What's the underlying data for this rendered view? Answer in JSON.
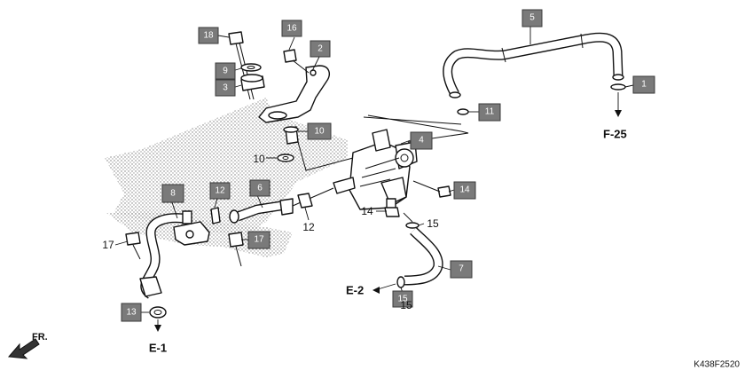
{
  "diagram": {
    "code": "K438F2520",
    "front_label": "FR.",
    "refs": {
      "f25": "F-25",
      "e1": "E-1",
      "e2": "E-2"
    },
    "callouts": {
      "c18": "18",
      "c16": "16",
      "c2": "2",
      "c9": "9",
      "c3": "3",
      "c10a": "10",
      "c5": "5",
      "c1": "1",
      "c11": "11",
      "c4": "4",
      "c8": "8",
      "c12a": "12",
      "c6": "6",
      "c14a": "14",
      "c17b": "17",
      "c7": "7",
      "c13": "13",
      "c15b": "15"
    },
    "plain": {
      "p10": "10",
      "p14": "14",
      "p15": "15",
      "p12": "12",
      "p17": "17",
      "p15b": "15"
    }
  }
}
